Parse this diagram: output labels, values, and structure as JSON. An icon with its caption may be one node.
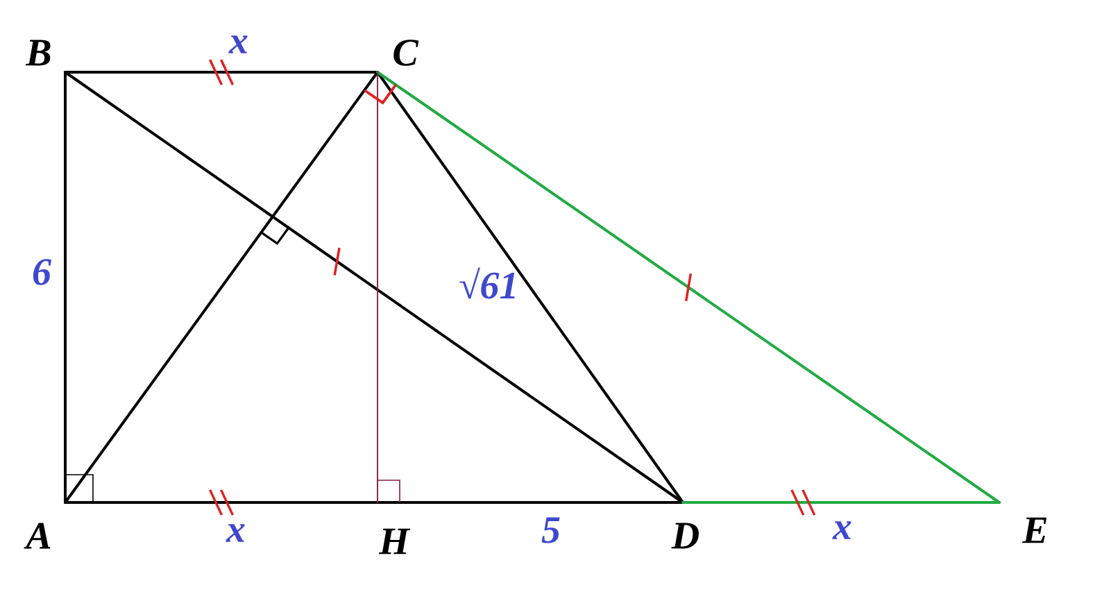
{
  "diagram": {
    "nodes": [
      {
        "text": [
          "A"
        ]
      },
      {
        "text": [
          "B"
        ]
      },
      {
        "text": [
          "C"
        ]
      },
      {
        "text": [
          "D"
        ]
      },
      {
        "text": [
          "E"
        ]
      },
      {
        "text": [
          "H"
        ]
      }
    ],
    "edges": [
      {
        "from": 0,
        "to": 1,
        "arrow": "none"
      },
      {
        "from": 1,
        "to": 2,
        "arrow": "none"
      },
      {
        "from": 0,
        "to": 5,
        "arrow": "none"
      },
      {
        "from": 5,
        "to": 3,
        "arrow": "none"
      },
      {
        "from": 2,
        "to": 3,
        "arrow": "none"
      },
      {
        "from": 0,
        "to": 2,
        "arrow": "none"
      },
      {
        "from": 1,
        "to": 3,
        "arrow": "none"
      },
      {
        "from": 2,
        "to": 4,
        "arrow": "none",
        "color": "#22aa44"
      },
      {
        "from": 3,
        "to": 4,
        "arrow": "none",
        "color": "#22aa44"
      },
      {
        "from": 2,
        "to": 5,
        "arrow": "none",
        "color": "#8b1a3a"
      }
    ],
    "labels": [
      "x",
      "6",
      "√61",
      "x",
      "5",
      "x"
    ]
  }
}
